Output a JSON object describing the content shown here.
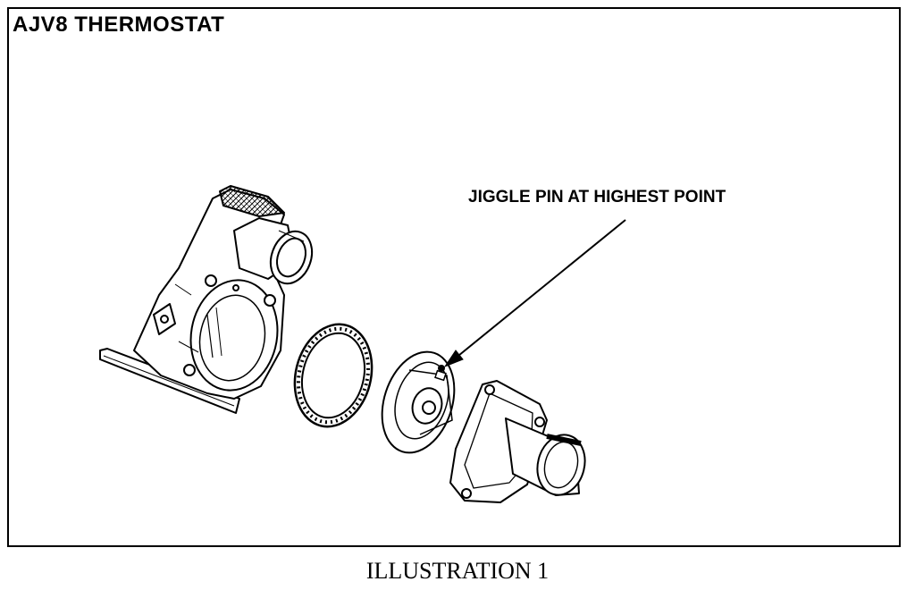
{
  "title": "AJV8 THERMOSTAT",
  "callout": "JIGGLE PIN AT HIGHEST POINT",
  "caption": "ILLUSTRATION 1"
}
